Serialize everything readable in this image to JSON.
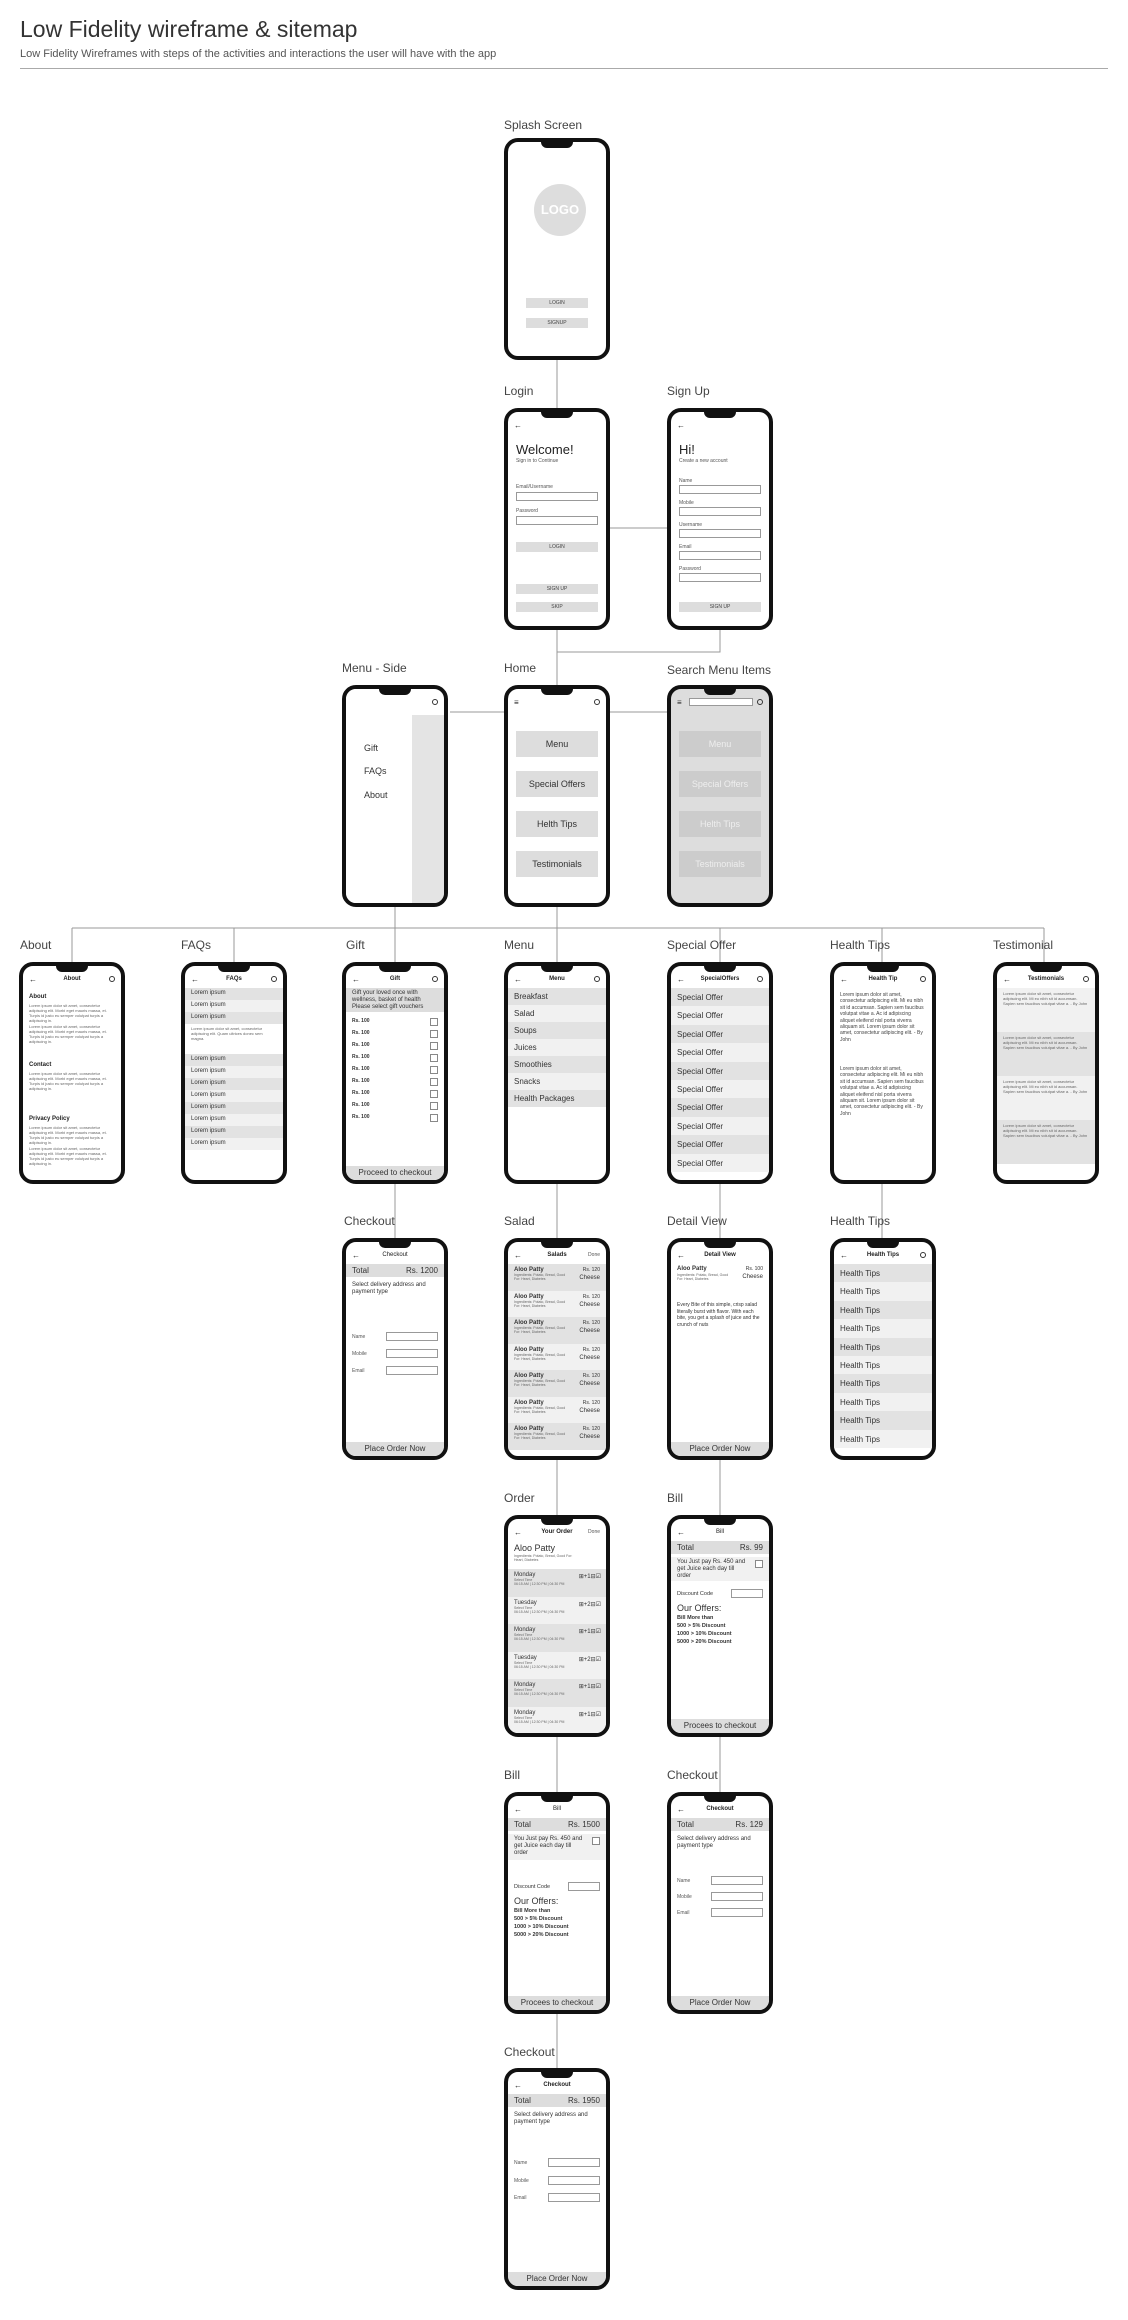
{
  "header": {
    "title": "Low Fidelity wireframe & sitemap",
    "subtitle": "Low Fidelity Wireframes with steps of the activities and interactions the user will have with the app"
  },
  "labels": {
    "splash": "Splash Screen",
    "login": "Login",
    "signup": "Sign Up",
    "menu_side": "Menu - Side",
    "home": "Home",
    "search": "Search Menu Items",
    "about": "About",
    "faqs": "FAQs",
    "gift": "Gift",
    "menu": "Menu",
    "special": "Special Offer",
    "healthtip": "Health Tips",
    "testimonial": "Testimonial",
    "checkout1": "Checkout",
    "salad": "Salad",
    "detail": "Detail View",
    "healthtips2": "Health Tips",
    "order": "Order",
    "bill1": "Bill",
    "bill2": "Bill",
    "checkout2": "Checkout",
    "checkout3": "Checkout"
  },
  "splash": {
    "logo": "LOGO",
    "login": "LOGIN",
    "signup": "SIGNUP"
  },
  "login": {
    "title": "Welcome!",
    "sub": "Sign in to Continue",
    "email": "Email/Username",
    "password": "Password",
    "login": "LOGIN",
    "signup": "SIGN UP",
    "skip": "SKIP"
  },
  "signup": {
    "title": "Hi!",
    "sub": "Create a new account",
    "fields": [
      "Name",
      "Mobile",
      "Username",
      "Email",
      "Password"
    ],
    "btn": "SIGN UP"
  },
  "side": {
    "items": [
      "Gift",
      "FAQs",
      "About"
    ]
  },
  "home": {
    "buttons": [
      "Menu",
      "Special Offers",
      "Helth Tips",
      "Testimonials"
    ]
  },
  "about": {
    "title": "About",
    "h1": "About",
    "h2": "Contact",
    "h3": "Privacy Policy",
    "lorem": "Lorem ipsum dolor sit amet, consectetur adipiscing elit. Morbi eget mauris massa, et. Turpis id justo eu semper volutpat turpis a adipiscing in."
  },
  "faqs": {
    "title": "FAQs",
    "items": [
      "Lorem ipsum",
      "Lorem ipsum",
      "Lorem ipsum",
      "Lorem ipsum",
      "Lorem ipsum",
      "Lorem ipsum",
      "Lorem ipsum",
      "Lorem ipsum",
      "Lorem ipsum",
      "Lorem ipsum",
      "Lorem ipsum"
    ],
    "answer": "Lorem ipsum dolor sit amet, consectetur adipiscing elit. Quam ultrices donec sem magna."
  },
  "gift": {
    "title": "Gift",
    "intro": "Gift your loved once with wellness, basket of health Please select gift vouchers",
    "items": [
      "Rs. 100",
      "Rs. 100",
      "Rs. 100",
      "Rs. 100",
      "Rs. 100",
      "Rs. 100",
      "Rs. 100",
      "Rs. 100",
      "Rs. 100"
    ],
    "cta": "Proceed to checkout"
  },
  "menu": {
    "title": "Menu",
    "items": [
      "Breakfast",
      "Salad",
      "Soups",
      "Juices",
      "Smoothies",
      "Snacks",
      "Health Packages"
    ]
  },
  "special": {
    "title": "SpecialOffers",
    "items": [
      "Special Offer",
      "Special Offer",
      "Special Offer",
      "Special Offer",
      "Special Offer",
      "Special Offer",
      "Special Offer",
      "Special Offer",
      "Special Offer",
      "Special Offer"
    ]
  },
  "healthtip": {
    "title": "Health Tip",
    "text": "Lorem ipsum dolor sit amet, consectetur adipiscing elit. Mi eu nibh sit id accumsan. Sapien sem faucibus volutpat vitae a. Ac id adipiscing aliquet eleifend nisl porta viverra aliquam sit. Lorem ipsum dolor sit amet, consectetur adipiscing elit. - By John"
  },
  "testimonial": {
    "title": "Testimonials",
    "text": "Lorem ipsum dolor sit amet, consectetur adipiscing elit. Mi eu nibh sit id accumsan. Sapien sem faucibus volutpat vitae a. - By John"
  },
  "checkout1": {
    "title": "Checkout",
    "total": "Total",
    "amount": "Rs. 1200",
    "desc": "Select delivery address and payment type",
    "name": "Name",
    "mobile": "Mobile",
    "email": "Email",
    "cta": "Place Order Now"
  },
  "salads": {
    "title": "Salads",
    "done": "Done",
    "items": [
      {
        "name": "Aloo Patty",
        "desc": "Ingredients: Potato, Bread, Good For: Heart, Diabetes",
        "price": "Rs. 120",
        "sub": "Cheese"
      },
      {
        "name": "Aloo Patty",
        "desc": "Ingredients: Potato, Bread, Good For: Heart, Diabetes",
        "price": "Rs. 120",
        "sub": "Cheese"
      },
      {
        "name": "Aloo Patty",
        "desc": "Ingredients: Potato, Bread, Good For: Heart, Diabetes",
        "price": "Rs. 120",
        "sub": "Cheese"
      },
      {
        "name": "Aloo Patty",
        "desc": "Ingredients: Potato, Bread, Good For: Heart, Diabetes",
        "price": "Rs. 120",
        "sub": "Cheese"
      },
      {
        "name": "Aloo Patty",
        "desc": "Ingredients: Potato, Bread, Good For: Heart, Diabetes",
        "price": "Rs. 120",
        "sub": "Cheese"
      },
      {
        "name": "Aloo Patty",
        "desc": "Ingredients: Potato, Bread, Good For: Heart, Diabetes",
        "price": "Rs. 120",
        "sub": "Cheese"
      },
      {
        "name": "Aloo Patty",
        "desc": "Ingredients: Potato, Bread, Good For: Heart, Diabetes",
        "price": "Rs. 120",
        "sub": "Cheese"
      }
    ]
  },
  "detail": {
    "title": "Detail View",
    "name": "Aloo Patty",
    "desc": "Ingredients: Potato, Bread, Good For: Heart, Diabetes",
    "price": "Rs. 100",
    "sub": "Cheese",
    "text": "Every Bite of this simple, crisp salad literally burst with flavor. With each bite, you get a splash of juice and the crunch of nuts",
    "cta": "Place Order Now"
  },
  "healthtips": {
    "title": "Health Tips",
    "items": [
      "Health Tips",
      "Health Tips",
      "Health Tips",
      "Health Tips",
      "Health Tips",
      "Health Tips",
      "Health Tips",
      "Health Tips",
      "Health Tips",
      "Health Tips"
    ]
  },
  "order": {
    "title": "Your Order",
    "done": "Done",
    "item": "Aloo Patty",
    "desc": "Ingredients: Potato, Bread, Good For: Heart, Diabetes",
    "days": [
      {
        "day": "Monday",
        "sel": "Select Time",
        "time": "06:15 AM | 12:30 PM | 04:30 PM",
        "qty": "+1"
      },
      {
        "day": "Tuesday",
        "sel": "Select Time",
        "time": "06:15 AM | 12:30 PM | 04:30 PM",
        "qty": "+2"
      },
      {
        "day": "Monday",
        "sel": "Select Time",
        "time": "06:15 AM | 12:30 PM | 04:30 PM",
        "qty": "+1"
      },
      {
        "day": "Tuesday",
        "sel": "Select Time",
        "time": "06:15 AM | 12:30 PM | 04:30 PM",
        "qty": "+2"
      },
      {
        "day": "Monday",
        "sel": "Select Time",
        "time": "06:15 AM | 12:30 PM | 04:30 PM",
        "qty": "+1"
      },
      {
        "day": "Monday",
        "sel": "Select Time",
        "time": "06:15 AM | 12:30 PM | 04:30 PM",
        "qty": "+1"
      }
    ]
  },
  "bill_small": {
    "title": "Bill",
    "total": "Total",
    "amount": "Rs. 99",
    "pay": "You Just pay Rs. 450 and get Juice each day till order",
    "discount": "Discount Code",
    "offers": "Our Offers:",
    "o1": "Bill More than",
    "o2": "500 > 5% Discount",
    "o3": "1000 > 10% Discount",
    "o4": "5000 > 20% Discount",
    "cta": "Procees to checkout"
  },
  "bill_large": {
    "title": "Bill",
    "total": "Total",
    "amount": "Rs. 1500",
    "pay": "You Just pay Rs. 450 and get Juice each day till order",
    "discount": "Discount Code",
    "offers": "Our Offers:",
    "o1": "Bill More than",
    "o2": "500 > 5% Discount",
    "o3": "1000 > 10% Discount",
    "o4": "5000 > 20% Discount",
    "cta": "Procees to checkout"
  },
  "checkout2": {
    "title": "Checkout",
    "total": "Total",
    "amount": "Rs. 129",
    "desc": "Select delivery address and payment type",
    "name": "Name",
    "mobile": "Mobile",
    "email": "Email",
    "cta": "Place Order Now"
  },
  "checkout3": {
    "title": "Checkout",
    "total": "Total",
    "amount": "Rs. 1950",
    "desc": "Select delivery address and payment type",
    "name": "Name",
    "mobile": "Mobile",
    "email": "Email",
    "cta": "Place Order Now"
  }
}
